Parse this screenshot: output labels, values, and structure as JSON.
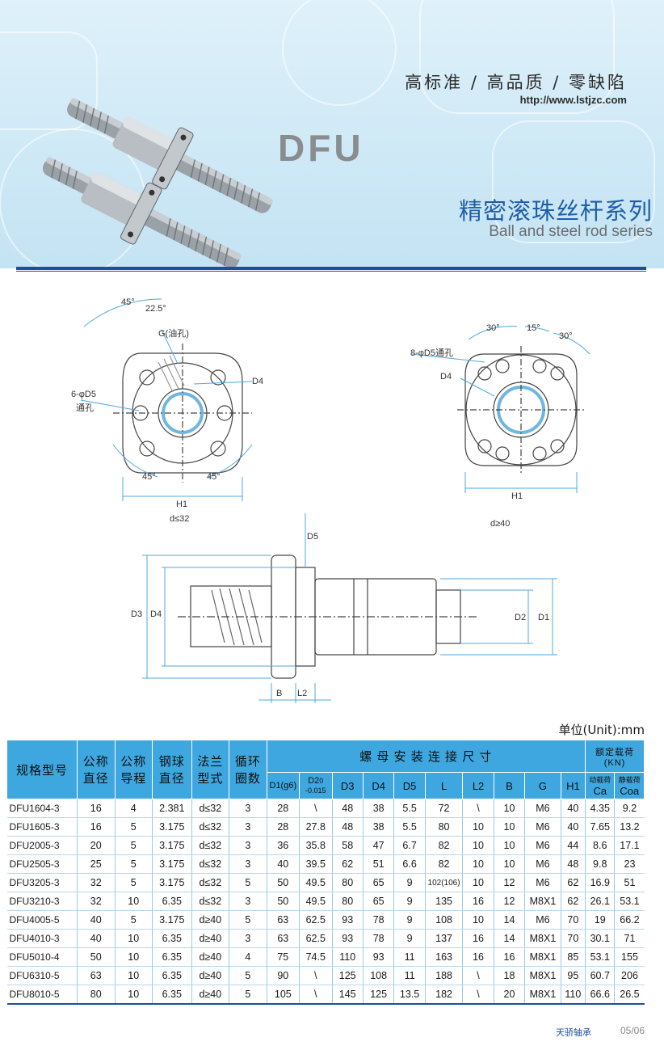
{
  "header": {
    "slogan": "高标准 / 高品质 / 零缺陷",
    "url": "http://www.lstjzc.com",
    "model": "DFU",
    "series_cn": "精密滚珠丝杆系列",
    "series_en": "Ball and steel rod series"
  },
  "drawings": {
    "left": {
      "angle_45_top": "45°",
      "angle_22_5": "22.5°",
      "g_label": "G(油孔)",
      "d4": "D4",
      "d5_holes": "6-φD5",
      "through_hole": "通孔",
      "angle_45_bl": "45°",
      "angle_45_br": "45°",
      "h1": "H1",
      "caption": "d≤32"
    },
    "right": {
      "angle_30_l": "30°",
      "angle_15": "15°",
      "angle_30_r": "30°",
      "d5_holes": "8-φD5通孔",
      "d4": "D4",
      "h1": "H1",
      "caption": "d≥40"
    },
    "side": {
      "d5": "D5",
      "d3": "D3",
      "d4": "D4",
      "d2": "D2",
      "d1": "D1",
      "b": "B",
      "l2": "L2"
    }
  },
  "table": {
    "unit": "单位(Unit):mm",
    "headers": {
      "model": "规格型号",
      "nominal_dia": [
        "公称",
        "直径"
      ],
      "nominal_lead": [
        "公称",
        "导程"
      ],
      "ball_dia": [
        "钢球",
        "直径"
      ],
      "flange": [
        "法兰",
        "型式"
      ],
      "circuits": [
        "循环",
        "圈数"
      ],
      "mount_group": "螺 母 安 装 连 接 尺 寸",
      "load_group": "额定载荷(KN)",
      "d1": "D1(g6)",
      "d2": "D2",
      "d2_tol": "0 -0.015",
      "d3": "D3",
      "d4": "D4",
      "d5": "D5",
      "l": "L",
      "l2": "L2",
      "b": "B",
      "g": "G",
      "h1": "H1",
      "ca_cn": "动载荷",
      "ca": "Ca",
      "coa_cn": "静载荷",
      "coa": "Coa"
    },
    "rows": [
      [
        "DFU1604-3",
        "16",
        "4",
        "2.381",
        "d≤32",
        "3",
        "28",
        "\\",
        "48",
        "38",
        "5.5",
        "72",
        "\\",
        "10",
        "M6",
        "40",
        "4.35",
        "9.2"
      ],
      [
        "DFU1605-3",
        "16",
        "5",
        "3.175",
        "d≤32",
        "3",
        "28",
        "27.8",
        "48",
        "38",
        "5.5",
        "80",
        "10",
        "10",
        "M6",
        "40",
        "7.65",
        "13.2"
      ],
      [
        "DFU2005-3",
        "20",
        "5",
        "3.175",
        "d≤32",
        "3",
        "36",
        "35.8",
        "58",
        "47",
        "6.7",
        "82",
        "10",
        "10",
        "M6",
        "44",
        "8.6",
        "17.1"
      ],
      [
        "DFU2505-3",
        "25",
        "5",
        "3.175",
        "d≤32",
        "3",
        "40",
        "39.5",
        "62",
        "51",
        "6.6",
        "82",
        "10",
        "10",
        "M6",
        "48",
        "9.8",
        "23"
      ],
      [
        "DFU3205-3",
        "32",
        "5",
        "3.175",
        "d≤32",
        "5",
        "50",
        "49.5",
        "80",
        "65",
        "9",
        "102(106)",
        "10",
        "12",
        "M6",
        "62",
        "16.9",
        "51"
      ],
      [
        "DFU3210-3",
        "32",
        "10",
        "6.35",
        "d≤32",
        "3",
        "50",
        "49.5",
        "80",
        "65",
        "9",
        "135",
        "16",
        "12",
        "M8X1",
        "62",
        "26.1",
        "53.1"
      ],
      [
        "DFU4005-5",
        "40",
        "5",
        "3.175",
        "d≥40",
        "5",
        "63",
        "62.5",
        "93",
        "78",
        "9",
        "108",
        "10",
        "14",
        "M6",
        "70",
        "19",
        "66.2"
      ],
      [
        "DFU4010-3",
        "40",
        "10",
        "6.35",
        "d≥40",
        "3",
        "63",
        "62.5",
        "93",
        "78",
        "9",
        "137",
        "16",
        "14",
        "M8X1",
        "70",
        "30.1",
        "71"
      ],
      [
        "DFU5010-4",
        "50",
        "10",
        "6.35",
        "d≥40",
        "4",
        "75",
        "74.5",
        "110",
        "93",
        "11",
        "163",
        "16",
        "16",
        "M8X1",
        "85",
        "53.1",
        "155"
      ],
      [
        "DFU6310-5",
        "63",
        "10",
        "6.35",
        "d≥40",
        "5",
        "90",
        "\\",
        "125",
        "108",
        "11",
        "188",
        "\\",
        "18",
        "M8X1",
        "95",
        "60.7",
        "206"
      ],
      [
        "DFU8010-5",
        "80",
        "10",
        "6.35",
        "d≥40",
        "5",
        "105",
        "\\",
        "145",
        "125",
        "13.5",
        "182",
        "\\",
        "20",
        "M8X1",
        "110",
        "66.6",
        "26.5"
      ]
    ]
  },
  "footer": {
    "brand": "天骄轴承",
    "page": "05/06"
  }
}
